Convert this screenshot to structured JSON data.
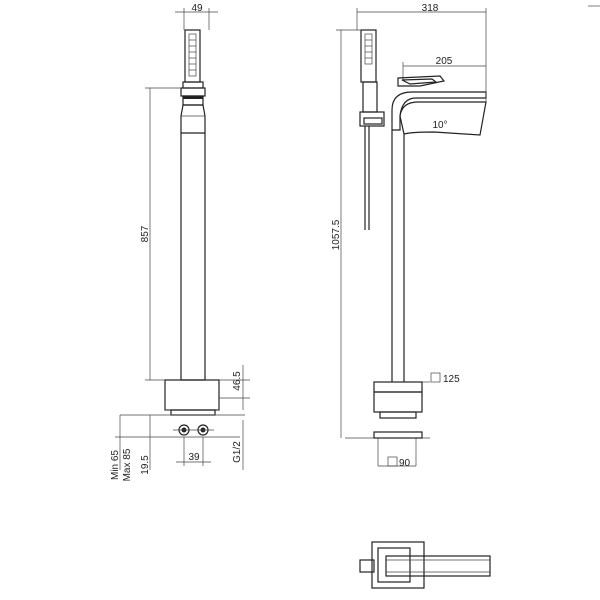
{
  "side_view": {
    "dim_width_top": "49",
    "dim_height": "857",
    "dim_base_height": "46.5",
    "dim_min": "Min 65",
    "dim_max": "Max 85",
    "dim_pipe_offset": "19.5",
    "dim_pipe_spacing": "39",
    "dim_thread": "G1/2"
  },
  "front_view": {
    "dim_overall_width": "318",
    "dim_spout_reach": "205",
    "dim_spout_angle": "10°",
    "dim_overall_height": "1057.5",
    "dim_base_square": "125",
    "dim_plate_square": "90"
  }
}
